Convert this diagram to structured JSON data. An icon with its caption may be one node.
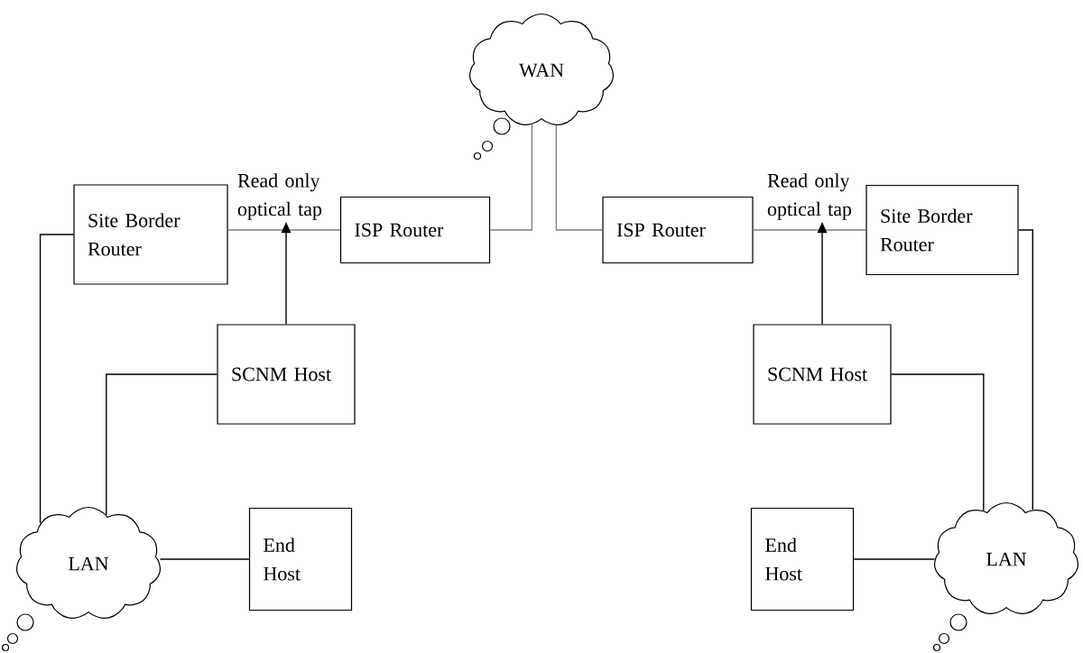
{
  "diagram": {
    "nodes": [
      {
        "text": [
          "WAN"
        ]
      },
      {
        "text": [
          "Site Border Router"
        ]
      },
      {
        "text": [
          "Read only optical tap"
        ]
      },
      {
        "text": [
          "ISP Router"
        ]
      },
      {
        "text": [
          "ISP Router"
        ]
      },
      {
        "text": [
          "Read only optical tap"
        ]
      },
      {
        "text": [
          "Site Border Router"
        ]
      },
      {
        "text": [
          "SCNM Host"
        ]
      },
      {
        "text": [
          "SCNM Host"
        ]
      },
      {
        "text": [
          "LAN"
        ]
      },
      {
        "text": [
          "End Host"
        ]
      },
      {
        "text": [
          "End Host"
        ]
      },
      {
        "text": [
          "LAN"
        ]
      }
    ],
    "edges": [
      {
        "from": 3,
        "to": 0,
        "arrow": "none",
        "color": "#808080"
      },
      {
        "from": 0,
        "to": 4,
        "arrow": "none",
        "color": "#808080"
      },
      {
        "from": 1,
        "to": 3,
        "arrow": "none",
        "color": "#808080"
      },
      {
        "from": 4,
        "to": 6,
        "arrow": "none",
        "color": "#808080"
      },
      {
        "from": 7,
        "to": 2,
        "arrow": "to"
      },
      {
        "from": 8,
        "to": 5,
        "arrow": "to"
      },
      {
        "from": 1,
        "to": 9,
        "arrow": "none"
      },
      {
        "from": 7,
        "to": 9,
        "arrow": "none"
      },
      {
        "from": 9,
        "to": 10,
        "arrow": "none"
      },
      {
        "from": 11,
        "to": 12,
        "arrow": "none"
      },
      {
        "from": 8,
        "to": 12,
        "arrow": "none"
      },
      {
        "from": 6,
        "to": 12,
        "arrow": "none"
      }
    ]
  }
}
